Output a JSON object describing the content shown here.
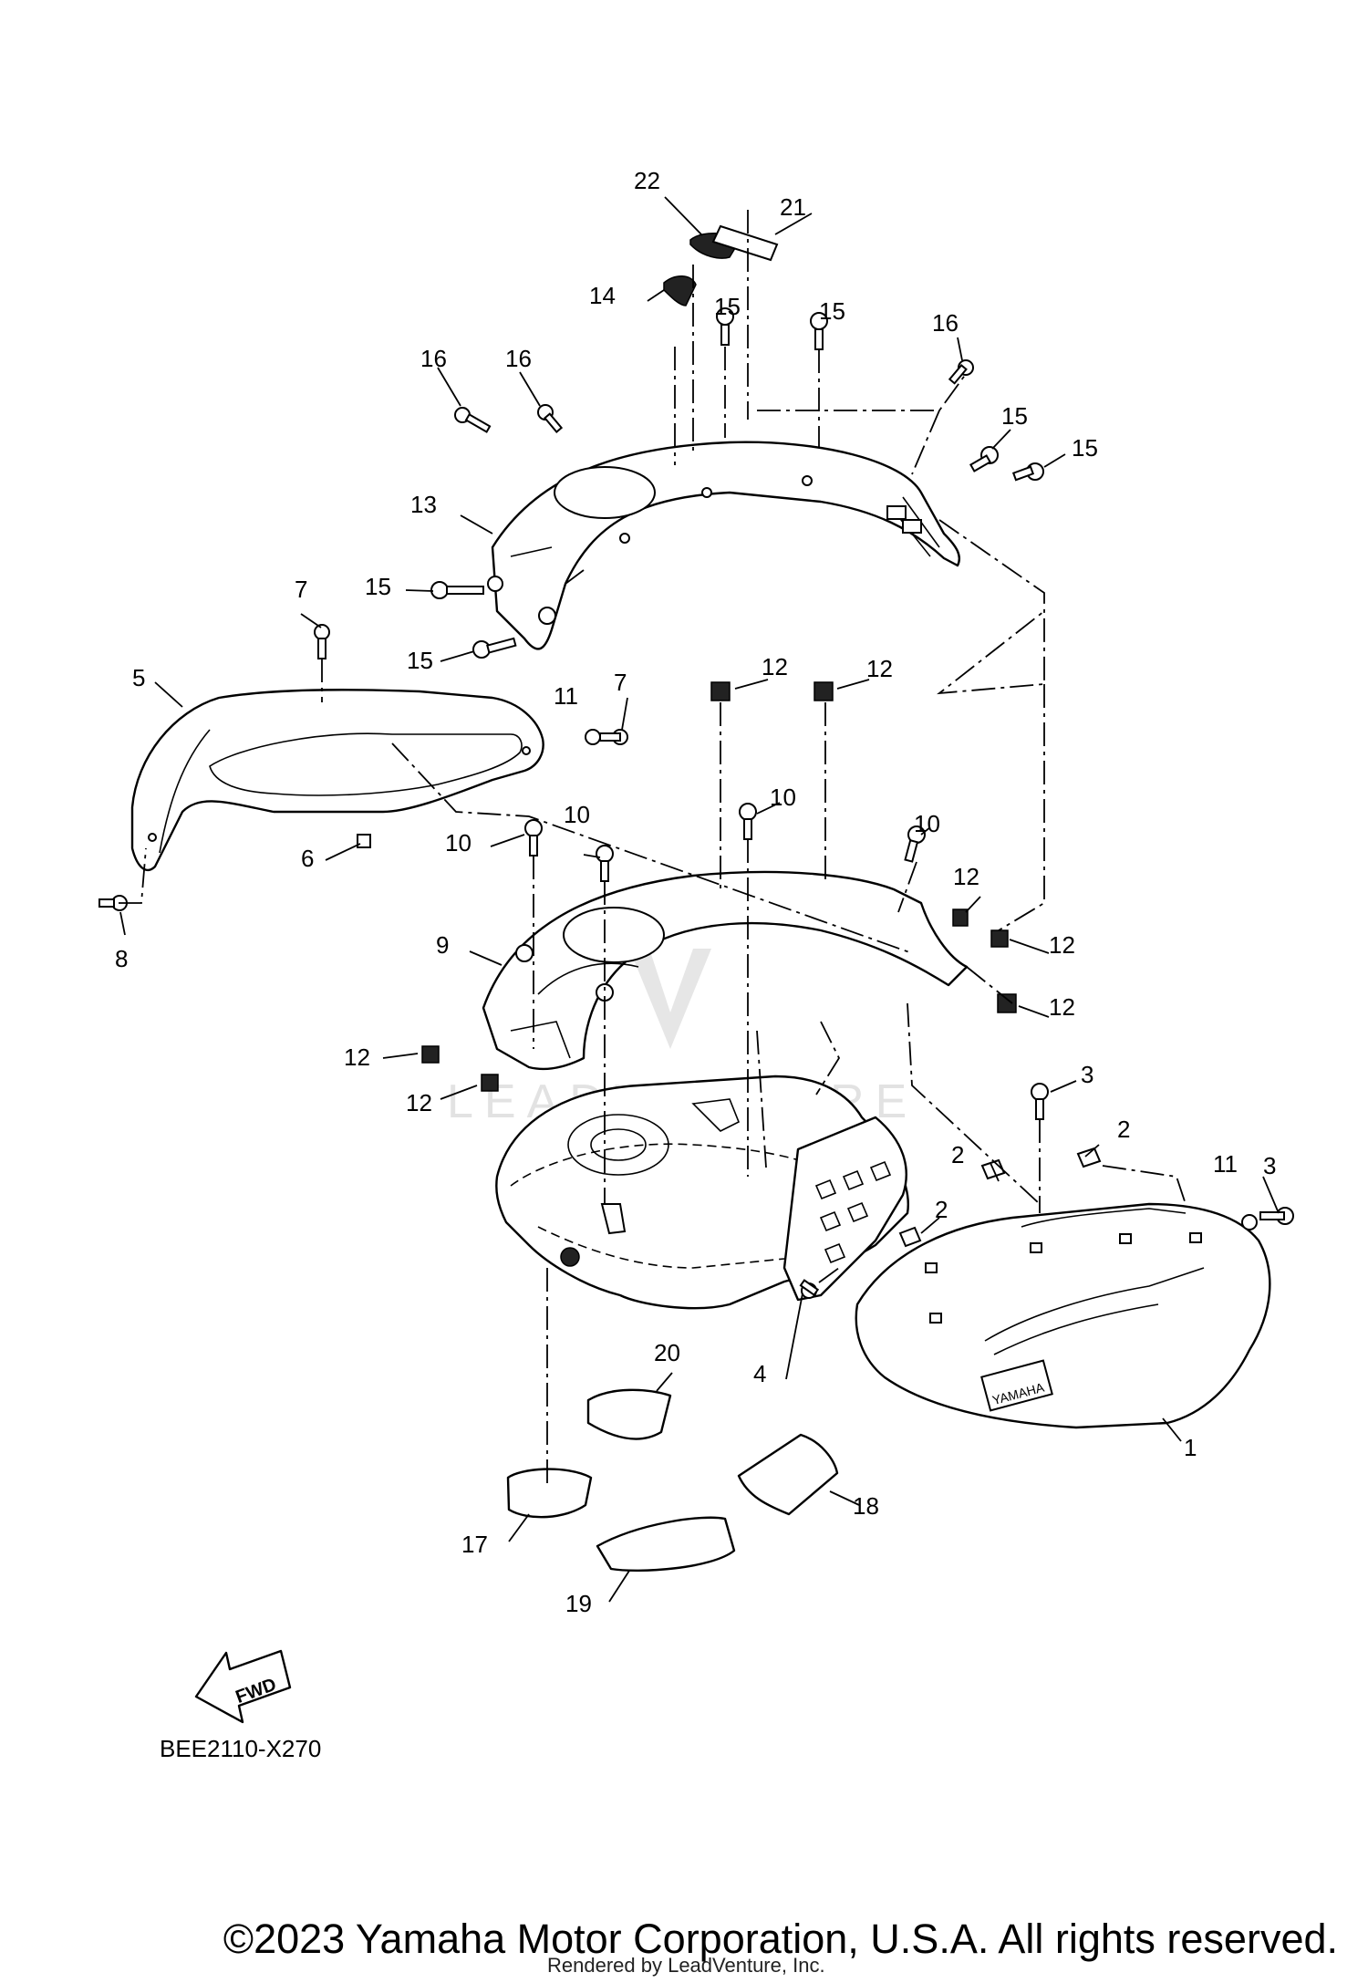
{
  "diagram": {
    "code": "BEE2110-X270",
    "fwd_label": "FWD",
    "callouts": [
      "1",
      "2",
      "3",
      "4",
      "5",
      "6",
      "7",
      "8",
      "9",
      "10",
      "11",
      "12",
      "13",
      "14",
      "15",
      "16",
      "17",
      "18",
      "19",
      "20",
      "21",
      "22"
    ]
  },
  "logo": {
    "tank_badge": "YAMAHA"
  },
  "footer": {
    "copyright": "©2023 Yamaha Motor Corporation, U.S.A. All rights reserved.",
    "rendered_by": "Rendered by LeadVenture, Inc."
  },
  "colors": {
    "line": "#000000",
    "background": "#ffffff"
  }
}
